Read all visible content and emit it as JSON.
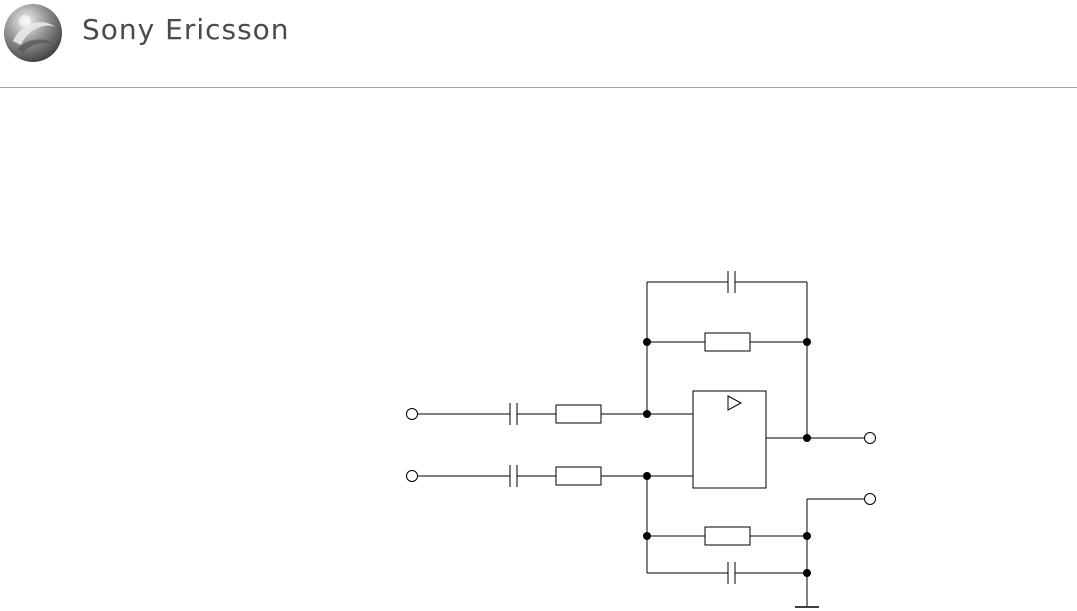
{
  "header": {
    "brand": {
      "name": "Sony Ericsson",
      "logo": "sony-ericsson-liquid-identity-logo"
    }
  },
  "colors": {
    "brand_text": "#4a4a4a",
    "divider": "#a8a8a8",
    "wire": "#000000",
    "logo_dark": "#3c3c3c",
    "logo_light": "#d8d8d8"
  },
  "diagram": {
    "components": [
      "amplifier-block",
      "input-capacitor-top",
      "input-resistor-top",
      "input-capacitor-bottom",
      "input-resistor-bottom",
      "feedback-capacitor",
      "feedback-resistor",
      "reference-resistor",
      "reference-capacitor",
      "output-terminal-top",
      "output-terminal-bottom",
      "input-terminal-top",
      "input-terminal-bottom",
      "ground"
    ]
  }
}
